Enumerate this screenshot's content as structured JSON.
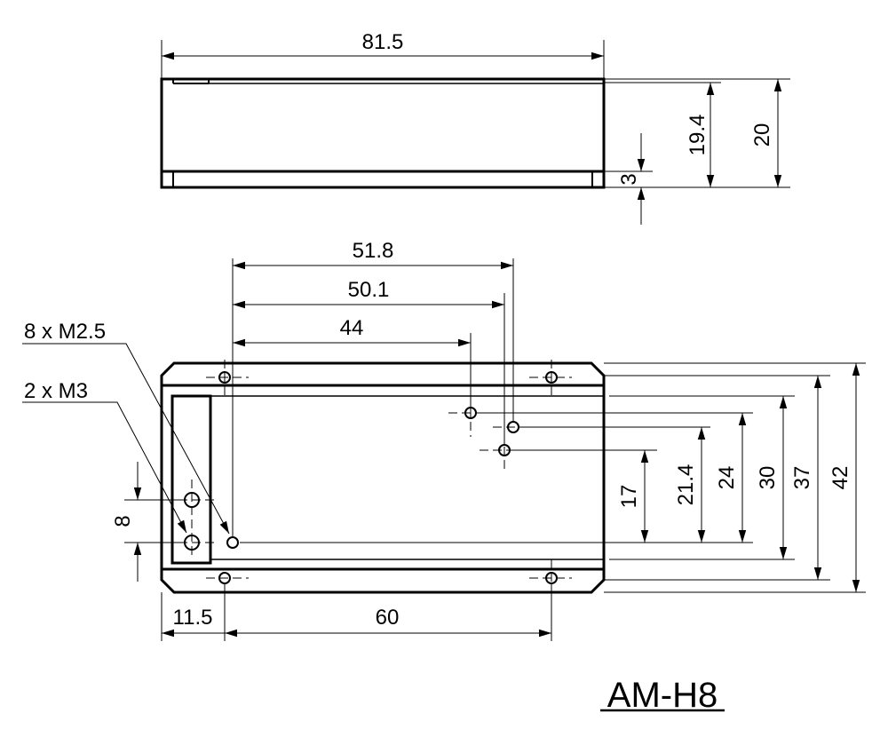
{
  "drawing": {
    "title": "AM-H8",
    "side_view": {
      "length": "81.5",
      "height_inner": "19.4",
      "height_total": "20",
      "slot_depth": "3"
    },
    "top_view": {
      "hole_span_1": "51.8",
      "hole_span_2": "50.1",
      "hole_span_3": "44",
      "hole_callout_m25": "8 x M2.5",
      "hole_callout_m3": "2 x M3",
      "m3_spacing": "8",
      "offset_left": "11.5",
      "hole_pitch": "60",
      "height_17": "17",
      "height_21_4": "21.4",
      "height_24": "24",
      "height_30": "30",
      "height_37": "37",
      "height_42": "42"
    }
  }
}
